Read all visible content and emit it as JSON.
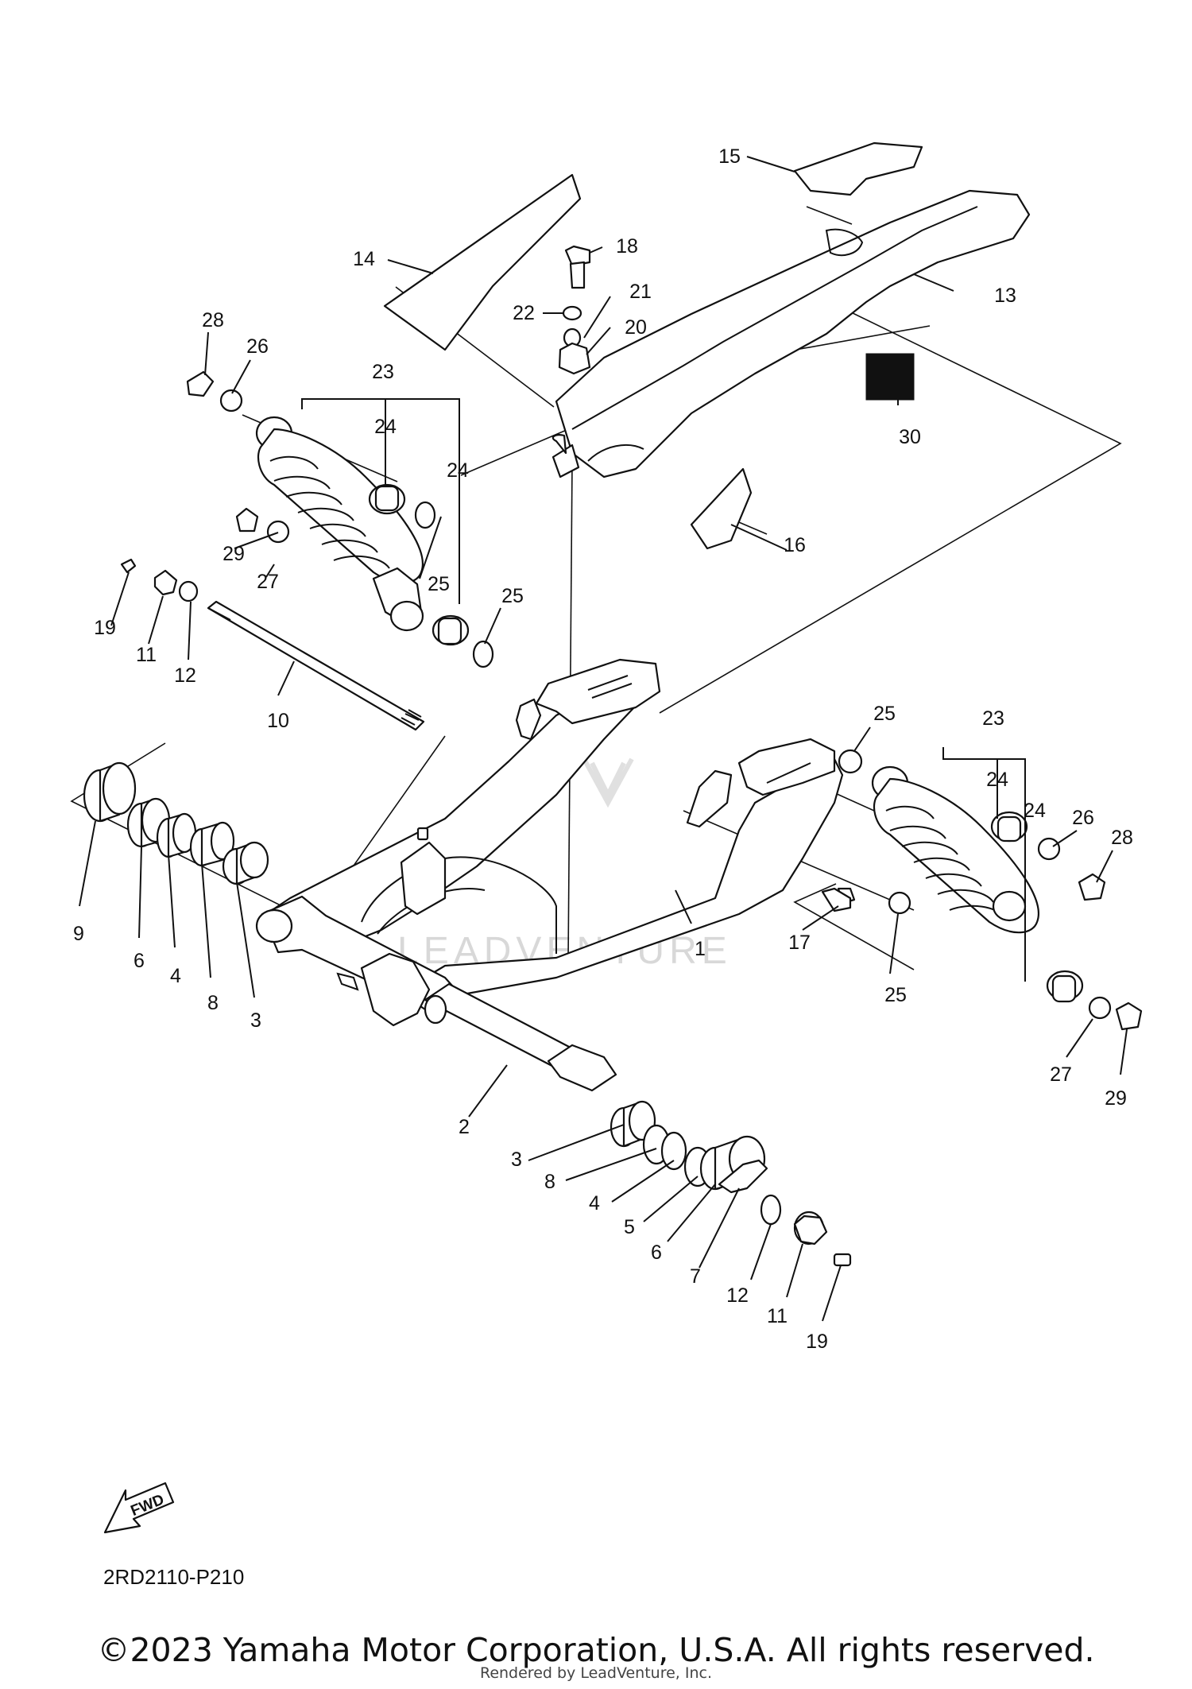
{
  "diagram": {
    "code": "2RD2110-P210",
    "fwd_label": "FWD",
    "watermark": "LEADVENTURE",
    "callouts": [
      "15",
      "14",
      "18",
      "22",
      "21",
      "20",
      "13",
      "28",
      "26",
      "23",
      "24",
      "24",
      "30",
      "16",
      "29",
      "27",
      "25",
      "19",
      "11",
      "12",
      "10",
      "25",
      "9",
      "6",
      "4",
      "8",
      "3",
      "2",
      "1",
      "17",
      "25",
      "23",
      "24",
      "24",
      "26",
      "28",
      "25",
      "27",
      "29",
      "3",
      "8",
      "4",
      "5",
      "6",
      "7",
      "12",
      "11",
      "19"
    ]
  },
  "footer": {
    "copyright": "©2023 Yamaha Motor Corporation, U.S.A. All rights reserved.",
    "rendered_by": "Rendered by LeadVenture, Inc."
  }
}
